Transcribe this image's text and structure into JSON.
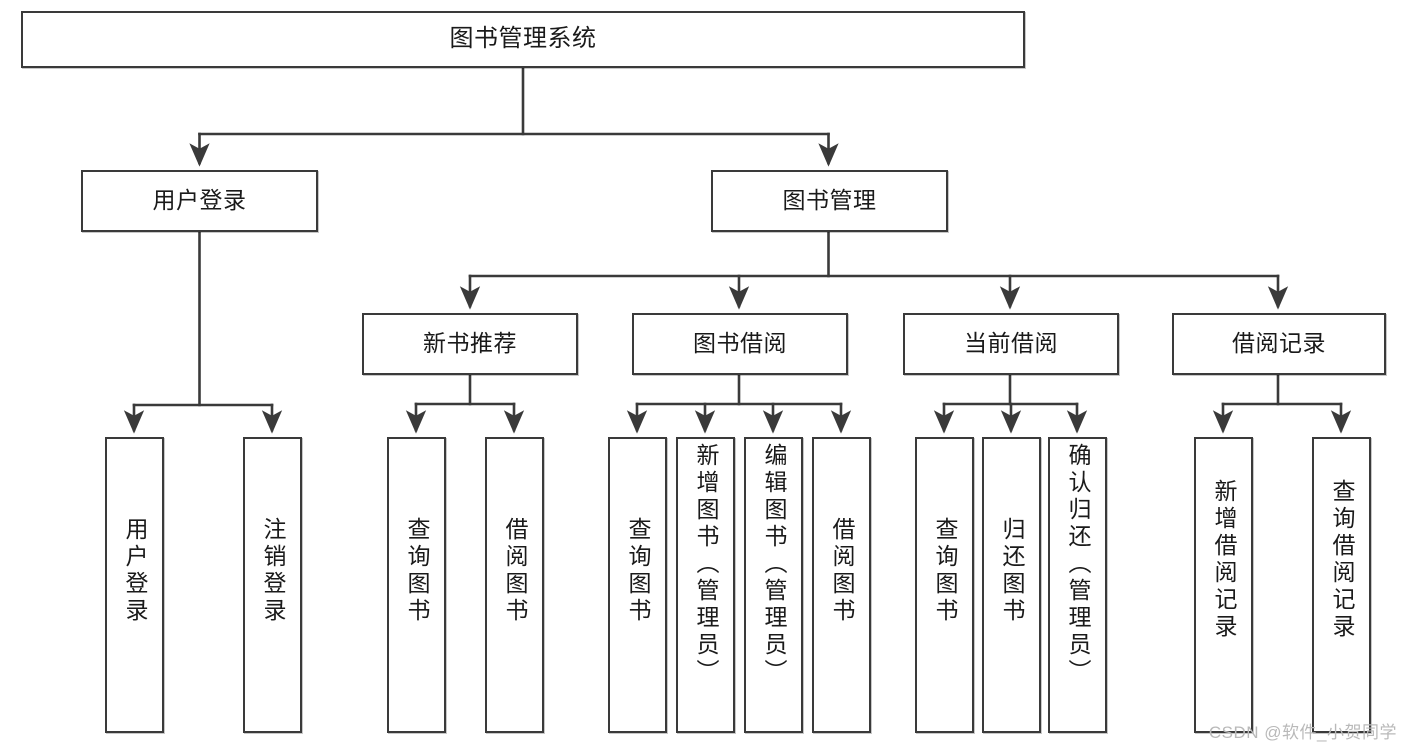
{
  "diagram": {
    "title": "图书管理系统",
    "type": "tree-hierarchy-chart",
    "watermark": "CSDN @软件_小贺同学",
    "colors": {
      "background": "#ffffff",
      "box_border": "#3a3a3a",
      "box_fill": "#ffffff",
      "text": "#1a1a1a",
      "connector": "#3a3a3a",
      "watermark": "#b9b9b9"
    },
    "nodes": {
      "root": {
        "label": "图书管理系统"
      },
      "level1": [
        {
          "id": "user-login",
          "label": "用户登录"
        },
        {
          "id": "book-manage",
          "label": "图书管理"
        }
      ],
      "level2": [
        {
          "id": "new-book-recommend",
          "label": "新书推荐"
        },
        {
          "id": "book-borrow",
          "label": "图书借阅"
        },
        {
          "id": "current-borrow",
          "label": "当前借阅"
        },
        {
          "id": "borrow-record",
          "label": "借阅记录"
        }
      ],
      "leaves": {
        "user_login": [
          {
            "id": "leaf-user-login",
            "label": "用户登录"
          },
          {
            "id": "leaf-logout-login",
            "label": "注销登录"
          }
        ],
        "new_book_recommend": [
          {
            "id": "leaf-query-book-1",
            "label": "查询图书"
          },
          {
            "id": "leaf-borrow-book-1",
            "label": "借阅图书"
          }
        ],
        "book_borrow": [
          {
            "id": "leaf-query-book-2",
            "label": "查询图书"
          },
          {
            "id": "leaf-add-book",
            "label": "新增图书（管理员）"
          },
          {
            "id": "leaf-edit-book",
            "label": "编辑图书（管理员）"
          },
          {
            "id": "leaf-borrow-book-2",
            "label": "借阅图书"
          }
        ],
        "current_borrow": [
          {
            "id": "leaf-query-book-3",
            "label": "查询图书"
          },
          {
            "id": "leaf-return-book",
            "label": "归还图书"
          },
          {
            "id": "leaf-confirm-return",
            "label": "确认归还（管理员）"
          }
        ],
        "borrow_record": [
          {
            "id": "leaf-add-borrow-record",
            "label": "新增借阅记录"
          },
          {
            "id": "leaf-query-borrow-record",
            "label": "查询借阅记录"
          }
        ]
      }
    }
  }
}
